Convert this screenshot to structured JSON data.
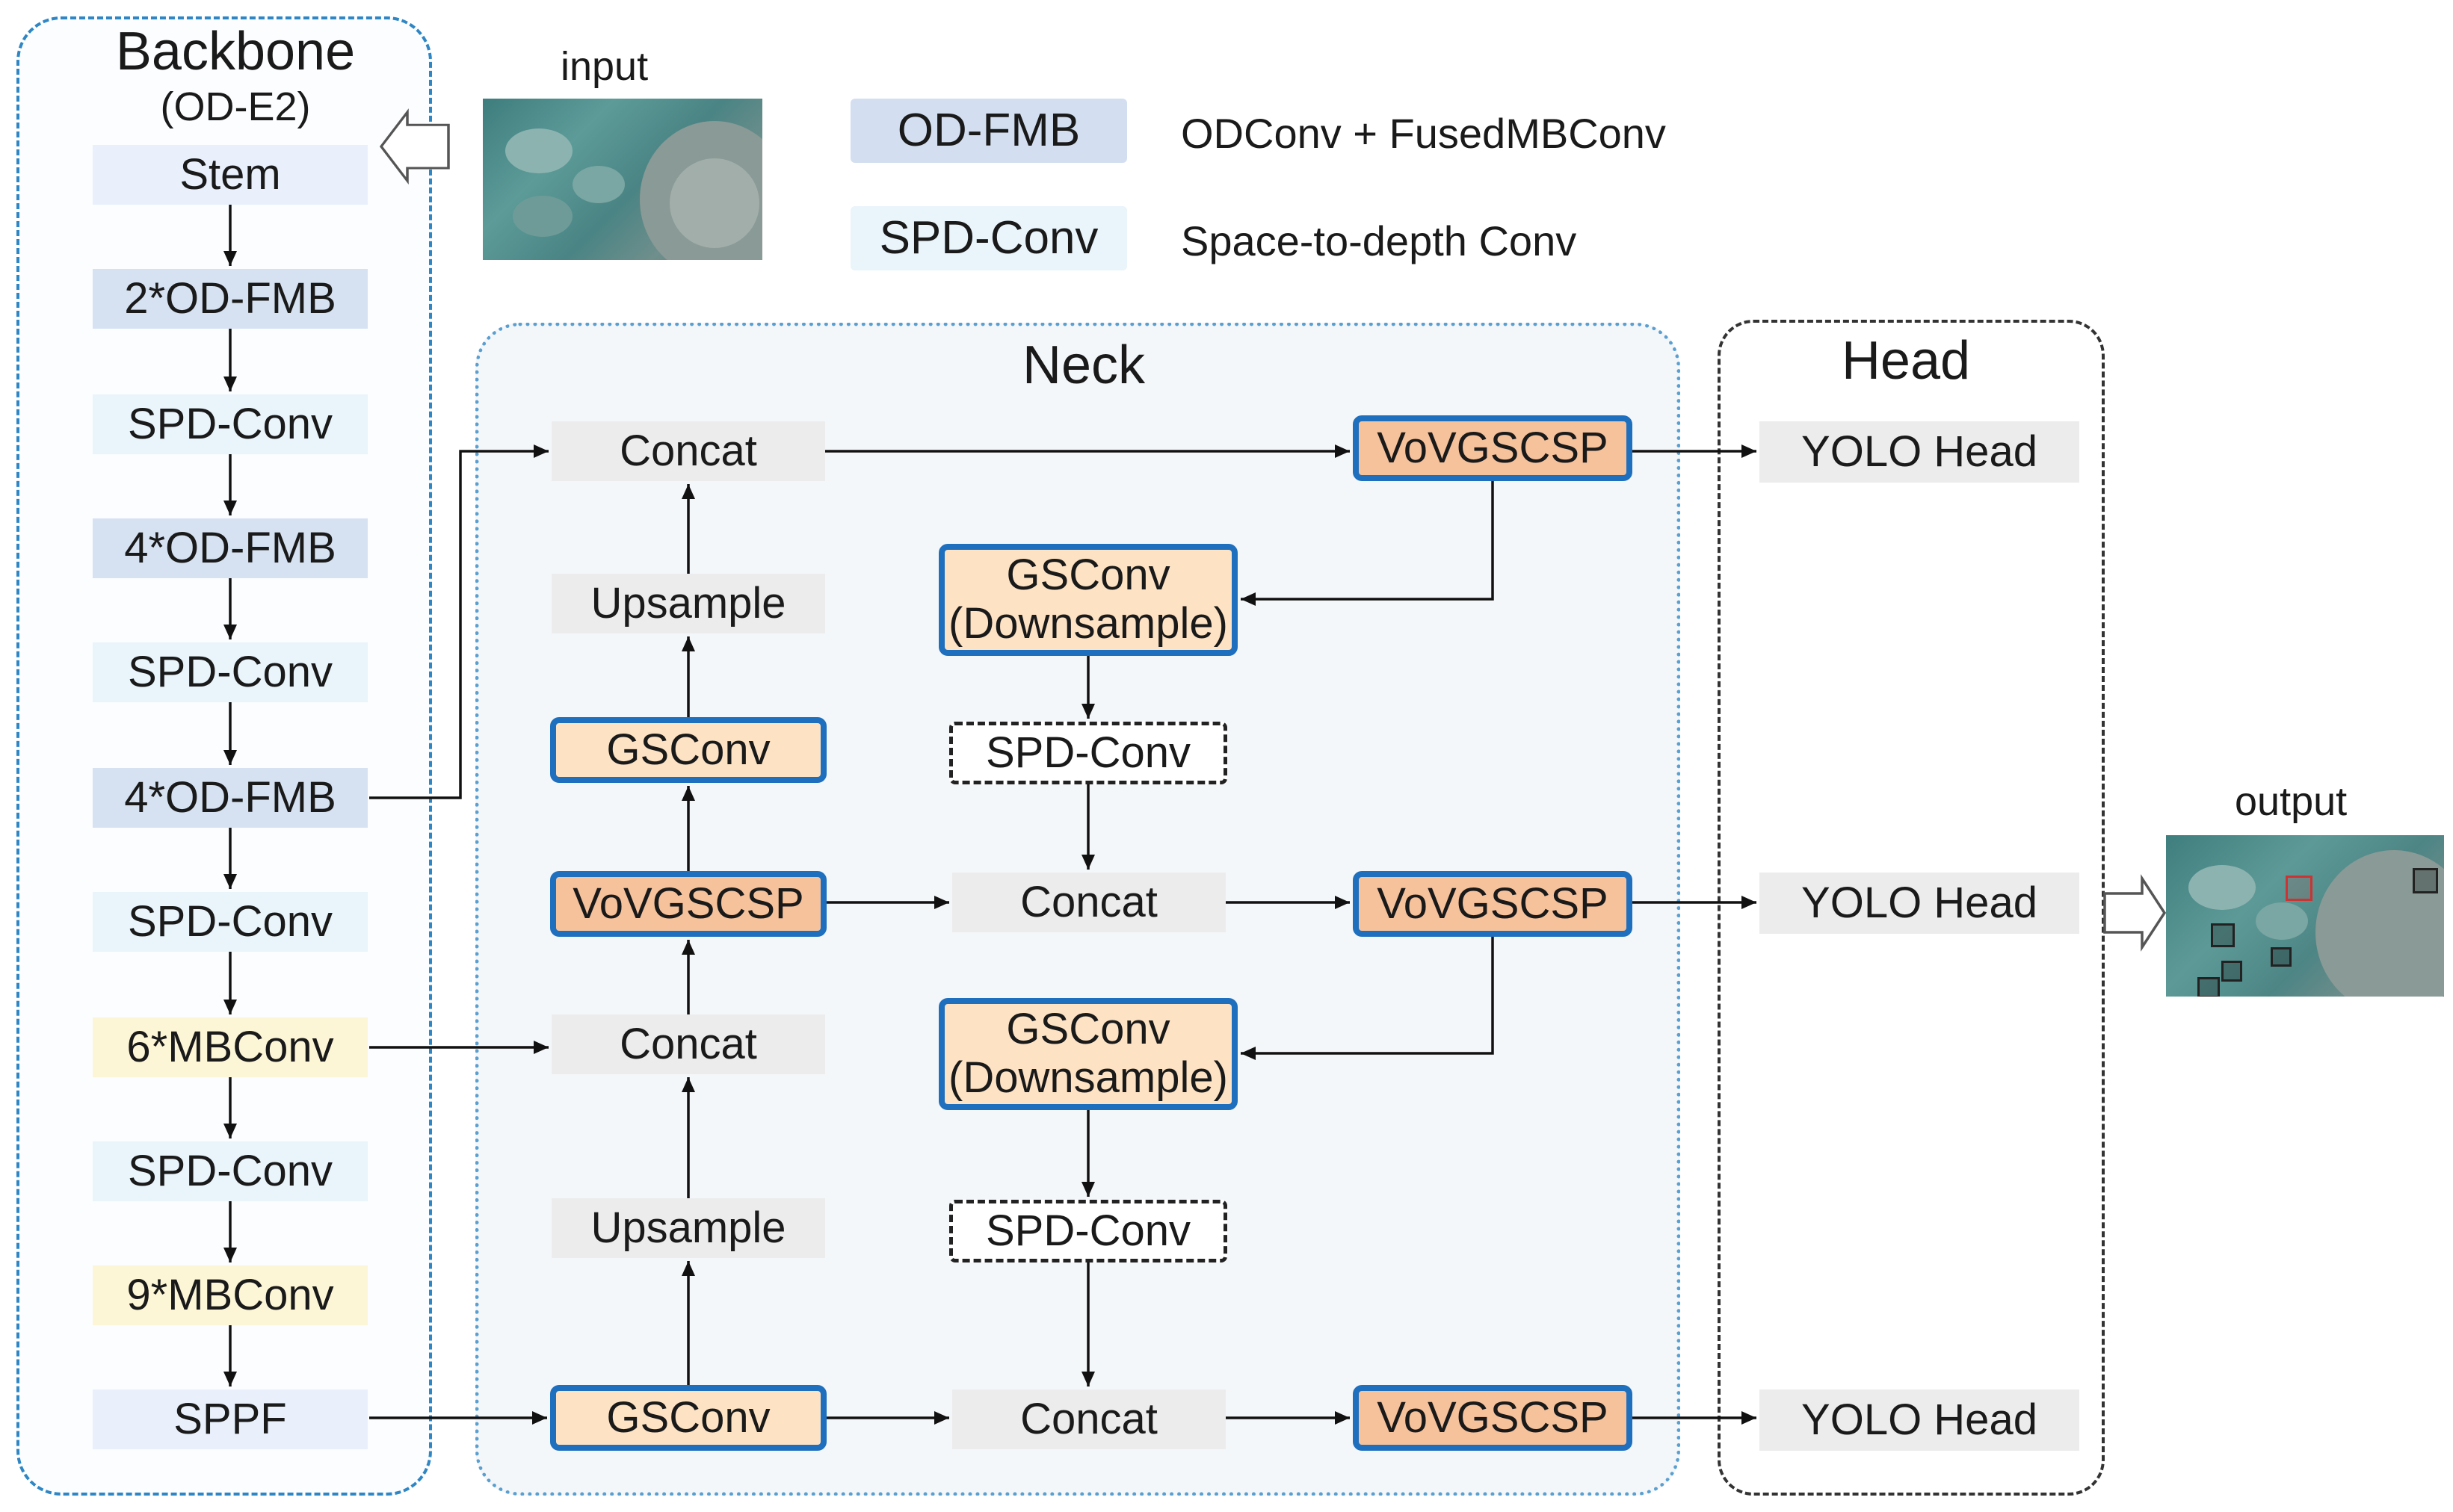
{
  "backbone": {
    "title": "Backbone",
    "subtitle": "(OD-E2)",
    "nodes": [
      "Stem",
      "2*OD-FMB",
      "SPD-Conv",
      "4*OD-FMB",
      "SPD-Conv",
      "4*OD-FMB",
      "SPD-Conv",
      "6*MBConv",
      "SPD-Conv",
      "9*MBConv",
      "SPPF"
    ]
  },
  "input_label": "input",
  "output_label": "output",
  "legend": [
    {
      "box": "OD-FMB",
      "desc": "ODConv + FusedMBConv"
    },
    {
      "box": "SPD-Conv",
      "desc": "Space-to-depth Conv"
    }
  ],
  "neck": {
    "title": "Neck",
    "concat": "Concat",
    "upsample": "Upsample",
    "gsconv": "GSConv",
    "vovgscsp": "VoVGSCSP",
    "spdconv": "SPD-Conv",
    "gsconv_down_line1": "GSConv",
    "gsconv_down_line2": "(Downsample)"
  },
  "head": {
    "title": "Head",
    "yolo_head": "YOLO Head"
  },
  "colors": {
    "panel_border_backbone": "#2f86c4",
    "node_border_blue": "#1f6fbf",
    "vovgscsp_fill": "#f6c29c",
    "gsconv_fill": "#fde2c4",
    "od_fmb_fill": "#d6e2f2",
    "mbconv_fill": "#fdf6d6",
    "spd_fill": "#e9f4fb"
  }
}
